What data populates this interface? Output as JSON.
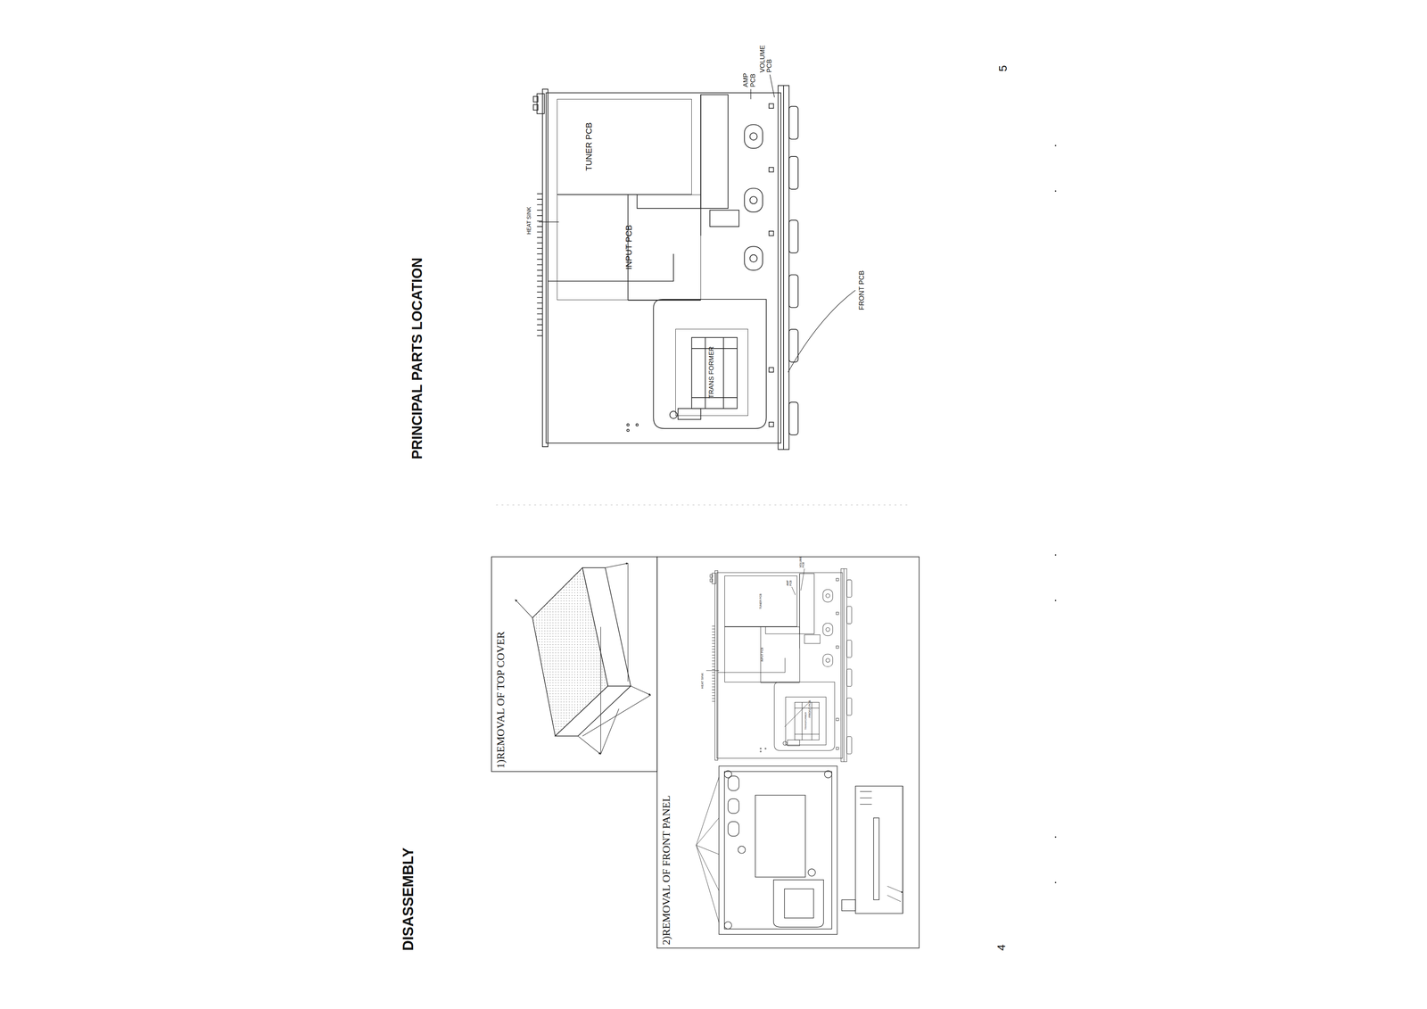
{
  "diagram": {
    "nodes": [
      {
        "text": [
          "1)REMOVAL OF TOP COVER"
        ]
      },
      {
        "text": [
          "2)REMOVAL OF FRONT PANEL"
        ]
      },
      {
        "text": [
          "TUNER PCB"
        ],
        "in": 1
      },
      {
        "text": [
          "INPUT PCB"
        ],
        "in": 1
      },
      {
        "text": [
          "TRANSFORMER"
        ],
        "in": 1
      },
      {
        "text": [
          "TUNER PCB"
        ]
      },
      {
        "text": [
          "INPUT PCB"
        ]
      },
      {
        "text": [
          "TRANS FORMER"
        ]
      }
    ],
    "labels": [
      "DISASSEMBLY",
      "PRINCIPAL PARTS LOCATION",
      "4",
      "5",
      "HEAT SINK",
      "AMP PCB",
      "VOLUME PCB",
      "FRONT PCB",
      "HEAT SINK",
      "AMP PCB",
      "VOLUME PCB",
      "FRONT PCB"
    ]
  }
}
